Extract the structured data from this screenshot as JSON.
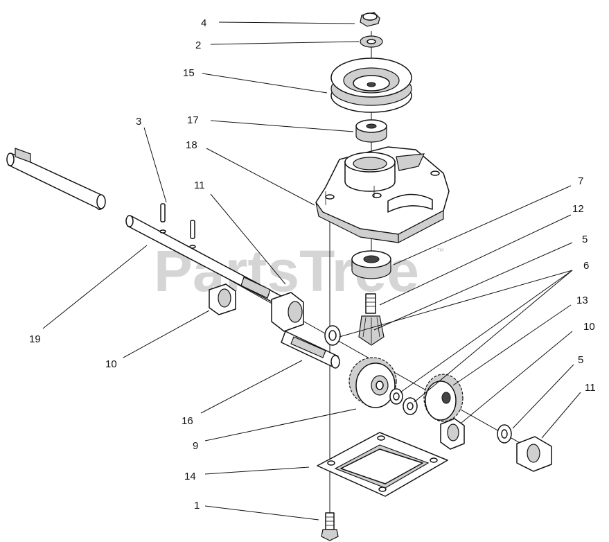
{
  "watermark": {
    "text": "PartsTree",
    "mark": "™"
  },
  "callouts": {
    "c4": "4",
    "c2": "2",
    "c15": "15",
    "c17": "17",
    "c18": "18",
    "c3": "3",
    "c11a": "11",
    "c7": "7",
    "c12": "12",
    "c5a": "5",
    "c6": "6",
    "c19": "19",
    "c13": "13",
    "c10a": "10",
    "c10b": "10",
    "c16": "16",
    "c5b": "5",
    "c11b": "11",
    "c9": "9",
    "c14": "14",
    "c1": "1"
  }
}
